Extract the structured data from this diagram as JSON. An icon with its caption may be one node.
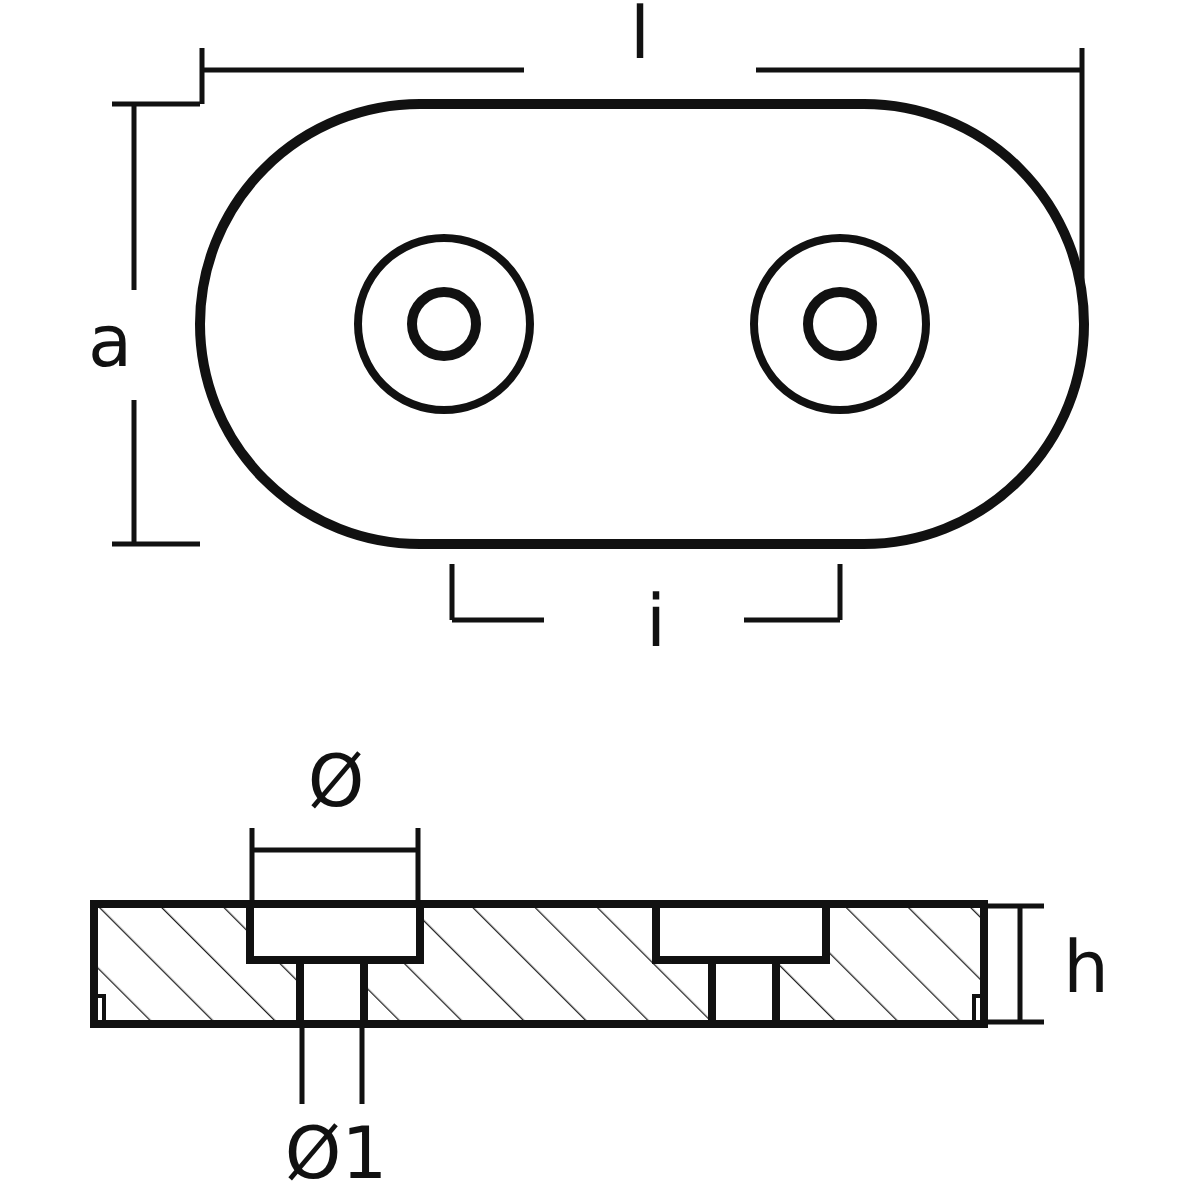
{
  "diagram": {
    "labels": [
      "l",
      "a",
      "i",
      "Ø",
      "h",
      "Ø1"
    ]
  }
}
